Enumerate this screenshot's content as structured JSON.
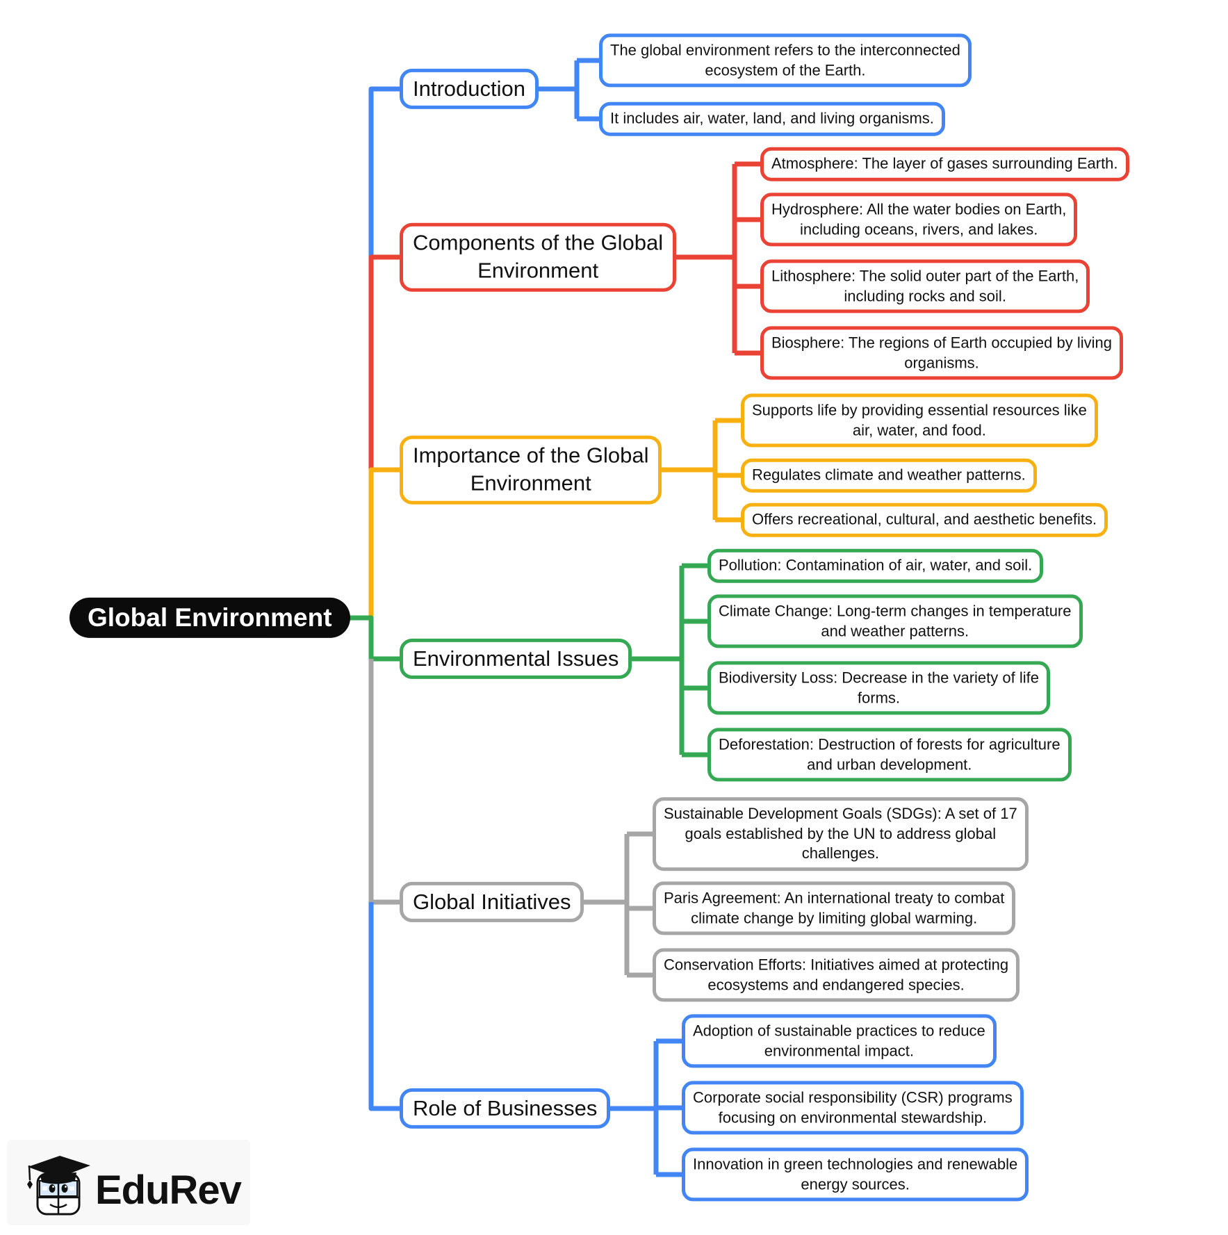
{
  "root": {
    "label": "Global Environment"
  },
  "colors": {
    "blue": "#4285f4",
    "red": "#ea4335",
    "yellow": "#f7b00f",
    "green": "#34a853",
    "gray": "#a6a6a6",
    "root_bg": "#0b0b0b",
    "root_text": "#ffffff"
  },
  "branches": [
    {
      "label_lines": [
        "Introduction"
      ],
      "color": "blue",
      "children": [
        {
          "lines": [
            "The global environment refers to the interconnected",
            "ecosystem of the Earth."
          ]
        },
        {
          "lines": [
            "It includes air, water, land, and living organisms."
          ]
        }
      ]
    },
    {
      "label_lines": [
        "Components of the Global",
        "Environment"
      ],
      "color": "red",
      "children": [
        {
          "lines": [
            "Atmosphere: The layer of gases surrounding Earth."
          ]
        },
        {
          "lines": [
            "Hydrosphere: All the water bodies on Earth,",
            "including oceans, rivers, and lakes."
          ]
        },
        {
          "lines": [
            "Lithosphere: The solid outer part of the Earth,",
            "including rocks and soil."
          ]
        },
        {
          "lines": [
            "Biosphere: The regions of Earth occupied by living",
            "organisms."
          ]
        }
      ]
    },
    {
      "label_lines": [
        "Importance of the Global",
        "Environment"
      ],
      "color": "yellow",
      "children": [
        {
          "lines": [
            "Supports life by providing essential resources like",
            "air, water, and food."
          ]
        },
        {
          "lines": [
            "Regulates climate and weather patterns."
          ]
        },
        {
          "lines": [
            "Offers recreational, cultural, and aesthetic benefits."
          ]
        }
      ]
    },
    {
      "label_lines": [
        "Environmental Issues"
      ],
      "color": "green",
      "children": [
        {
          "lines": [
            "Pollution: Contamination of air, water, and soil."
          ]
        },
        {
          "lines": [
            "Climate Change: Long-term changes in temperature",
            "and weather patterns."
          ]
        },
        {
          "lines": [
            "Biodiversity Loss: Decrease in the variety of life",
            "forms."
          ]
        },
        {
          "lines": [
            "Deforestation: Destruction of forests for agriculture",
            "and urban development."
          ]
        }
      ]
    },
    {
      "label_lines": [
        "Global Initiatives"
      ],
      "color": "gray",
      "children": [
        {
          "lines": [
            "Sustainable Development Goals (SDGs): A set of 17",
            "goals established by the UN to address global",
            "challenges."
          ]
        },
        {
          "lines": [
            "Paris Agreement: An international treaty to combat",
            "climate change by limiting global warming."
          ]
        },
        {
          "lines": [
            "Conservation Efforts: Initiatives aimed at protecting",
            "ecosystems and endangered species."
          ]
        }
      ]
    },
    {
      "label_lines": [
        "Role of Businesses"
      ],
      "color": "blue",
      "children": [
        {
          "lines": [
            "Adoption of sustainable practices to reduce",
            "environmental impact."
          ]
        },
        {
          "lines": [
            "Corporate social responsibility (CSR) programs",
            "focusing on environmental stewardship."
          ]
        },
        {
          "lines": [
            "Innovation in green technologies and renewable",
            "energy sources."
          ]
        }
      ]
    }
  ],
  "logo": {
    "brand": "EduRev"
  }
}
